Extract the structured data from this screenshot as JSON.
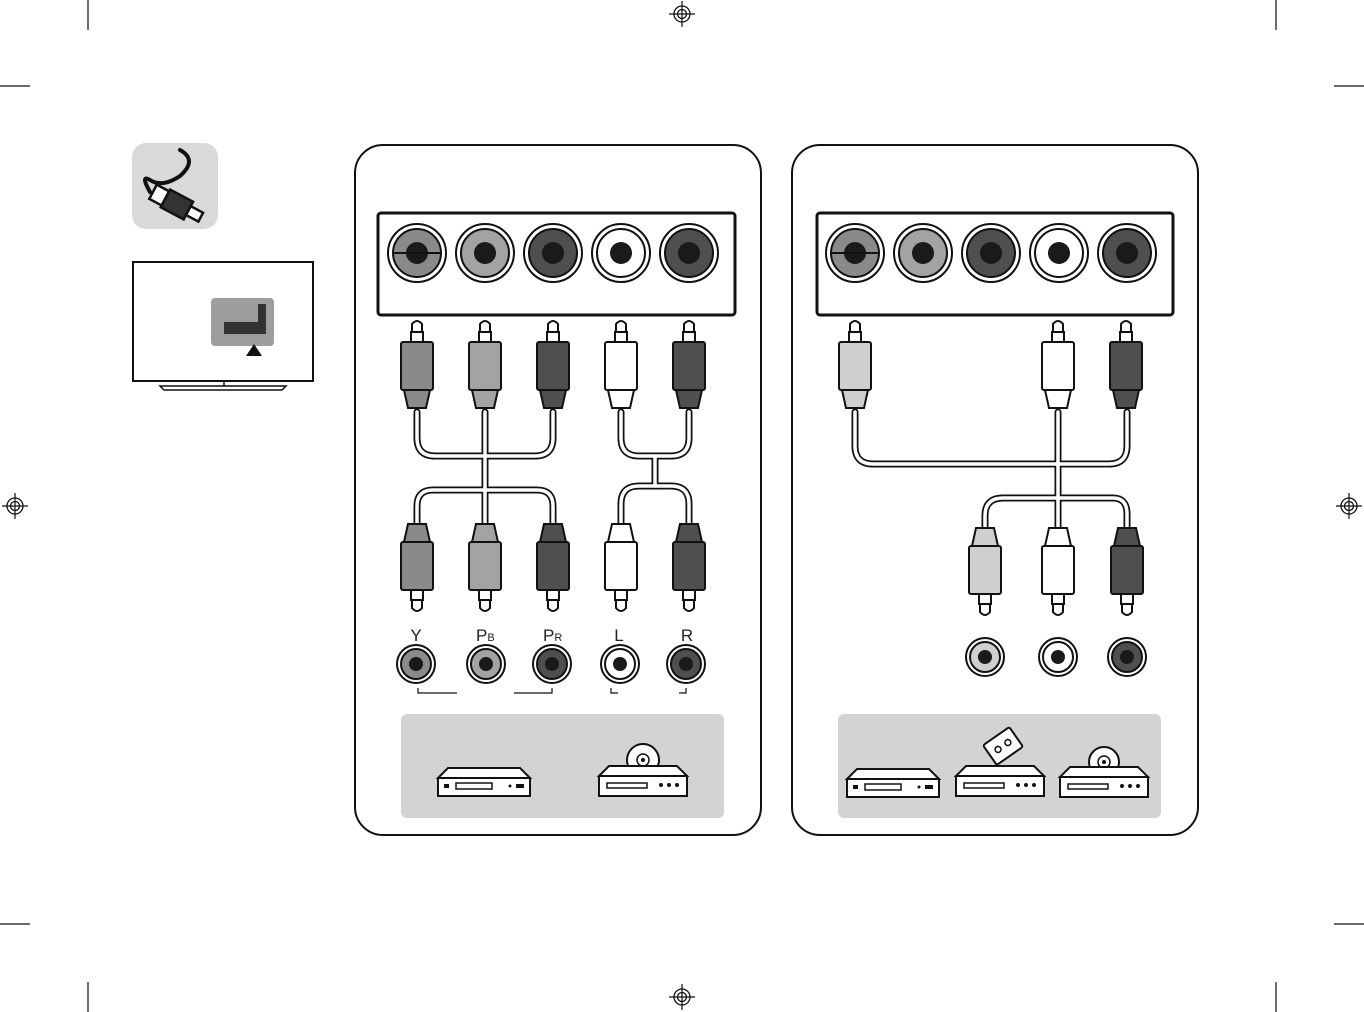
{
  "colors": {
    "y_green": "#8a8a8a",
    "pb_blue": "#a3a3a3",
    "pr_red": "#4a4a4a",
    "audio_white": "#ffffff",
    "audio_red": "#4a4a4a",
    "video_yellow": "#cfcfcf",
    "panel_bg": "#d3d3d6",
    "icon_bg": "#d9d9d9",
    "outline": "#1a1a1a"
  },
  "icons": {
    "cable": "cable-icon",
    "tv": "tv-icon",
    "dvd_player": "dvd-player-icon",
    "disc_player": "disc-player-icon",
    "vcr": "vcr-icon"
  },
  "left_panel": {
    "labels": {
      "y": "Y",
      "pb_main": "P",
      "pb_sub": "B",
      "pr_main": "P",
      "pr_sub": "R",
      "l": "L",
      "r": "R"
    }
  }
}
